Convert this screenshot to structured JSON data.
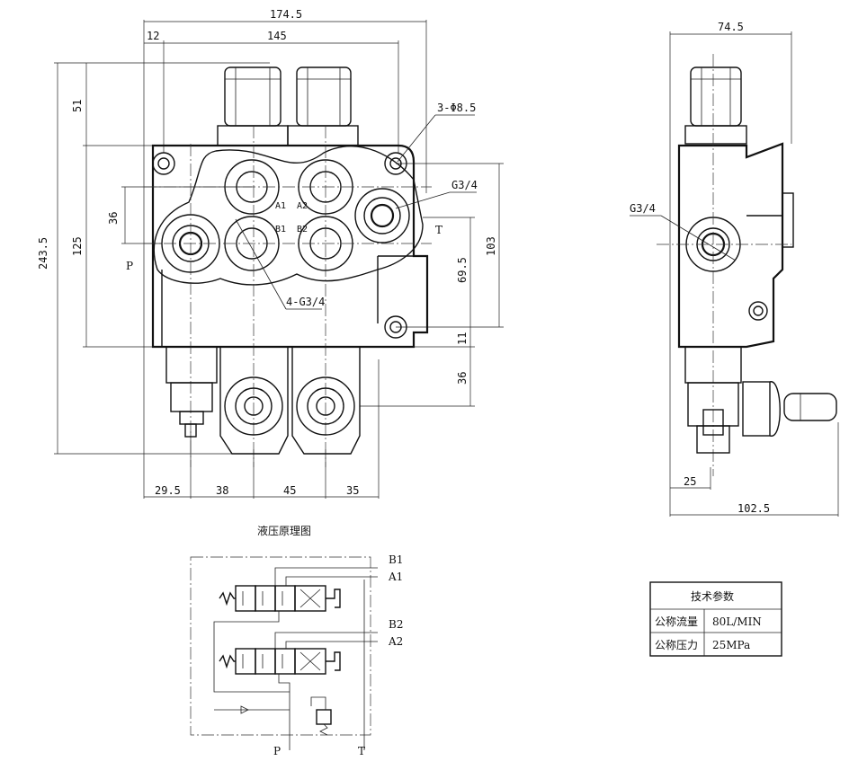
{
  "front_view": {
    "dims": {
      "total_width": "174.5",
      "body_width": "145",
      "flange_offset": "12",
      "top_height": "51",
      "total_height": "243.5",
      "body_height": "125",
      "port_spacing_v": "36",
      "right_height": "103",
      "mount_height": "69.5",
      "bottom_offset": "11",
      "lever_height": "36",
      "bottom_a": "29.5",
      "bottom_b": "38",
      "bottom_c": "45",
      "bottom_d": "35"
    },
    "labels": {
      "mount_holes": "3-Φ8.5",
      "t_thread": "G3/4",
      "work_ports": "4-G3/4",
      "port_p": "P",
      "port_t": "T",
      "port_a1": "A1",
      "port_a2": "A2",
      "port_b1": "B1",
      "port_b2": "B2"
    }
  },
  "side_view": {
    "dims": {
      "width": "74.5",
      "offset": "25",
      "total_depth": "102.5"
    },
    "labels": {
      "thread": "G3/4"
    }
  },
  "schematic": {
    "title": "液压原理图",
    "labels": {
      "b1": "B1",
      "a1": "A1",
      "b2": "B2",
      "a2": "A2",
      "p": "P",
      "t": "T"
    }
  },
  "spec_table": {
    "title": "技术参数",
    "rows": [
      {
        "name": "公称流量",
        "value": "80L/MIN"
      },
      {
        "name": "公称压力",
        "value": "25MPa"
      }
    ]
  }
}
